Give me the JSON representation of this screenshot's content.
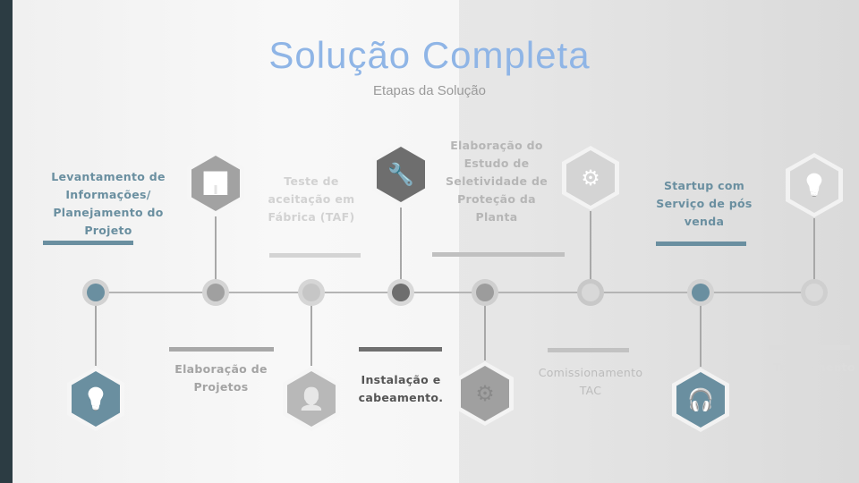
{
  "title": "Solução Completa",
  "subtitle": "Etapas da Solução",
  "colors": {
    "accent": "#6a8fa0",
    "title": "#8fb5e6",
    "sidebar": "#2c3c43"
  },
  "steps": [
    {
      "label": "Levantamento de Informações/ Planejamento do Projeto",
      "icon": "idea-thumbs-up-icon"
    },
    {
      "label": "Elaboração de Projetos",
      "icon": "presentation-chart-icon"
    },
    {
      "label": "Teste de aceitação em Fábrica (TAF)",
      "icon": "engineer-icon"
    },
    {
      "label": "Instalação e cabeamento.",
      "icon": "wrench-thumbs-up-icon"
    },
    {
      "label": "Elaboração do Estudo de Seletividade de Proteção da Planta",
      "icon": "gear-analytics-icon"
    },
    {
      "label": "Comissionamento TAC",
      "icon": "gear-target-icon"
    },
    {
      "label": "Startup com Serviço de pós venda",
      "icon": "support-agent-icon"
    },
    {
      "label": "Treinamento",
      "icon": "lightbulb-team-icon"
    }
  ]
}
